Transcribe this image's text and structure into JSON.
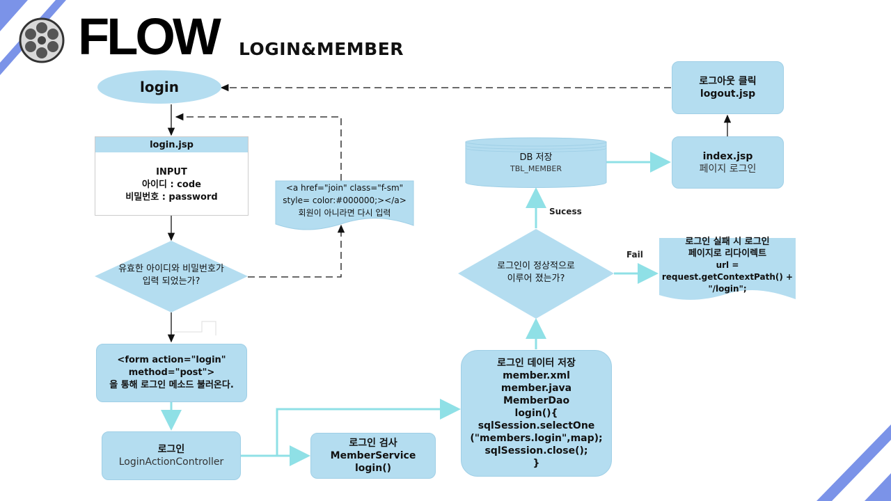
{
  "header": {
    "title": "FLOW",
    "subtitle": "LOGIN&MEMBER",
    "logo_icon": "film-reel-icon"
  },
  "nodes": {
    "login_oval": "login",
    "login_jsp": {
      "header": "login.jsp",
      "line1": "INPUT",
      "line2": "아이디 : code",
      "line3": "비밀번호 : password"
    },
    "valid_check": {
      "line1": "유효한 아이디와 비밀번호가",
      "line2": "입력 되었는가?"
    },
    "rejoin_doc": {
      "line1": "<a href=\"join\" class=\"f-sm\"",
      "line2": "style= color:#000000;></a>",
      "line3": "회원이 아니라면 다시 입력"
    },
    "form_box": {
      "line1": "<form action=\"login\"",
      "line2": "method=\"post\">",
      "line3": "을 통해 로그인 메소드 불러온다."
    },
    "controller_box": {
      "line1": "로그인",
      "line2": "LoginActionController"
    },
    "service_box": {
      "line1": "로그인 검사",
      "line2": "MemberService",
      "line3": "login()"
    },
    "data_box": {
      "lines": [
        "로그인 데이터 저장",
        "member.xml",
        "member.java",
        "MemberDao",
        "login(){",
        "sqlSession.selectOne",
        "(\"members.login\",map);",
        "sqlSession.close();",
        "}"
      ]
    },
    "success_check": {
      "line1": "로그인이 정상적으로",
      "line2": "이루어 졌는가?"
    },
    "db_box": {
      "line1": "DB 저장",
      "line2": "TBL_MEMBER"
    },
    "index_box": {
      "line1": "index.jsp",
      "line2": "페이지 로그인"
    },
    "logout_box": {
      "line1": "로그아웃 클릭",
      "line2": "logout.jsp"
    },
    "fail_doc": {
      "line1": "로그인 실패 시 로그인",
      "line2": "페이지로 리다이렉트",
      "line3": "url =",
      "line4": "request.getContextPath() +",
      "line5": "\"/login\";"
    }
  },
  "edge_labels": {
    "success": "Sucess",
    "fail": "Fail"
  },
  "colors": {
    "node_fill": "#b4ddf0",
    "arrow_cyan": "#8fe0e6",
    "accent_stripe": "#7b93e8",
    "arrow_black": "#111111"
  }
}
